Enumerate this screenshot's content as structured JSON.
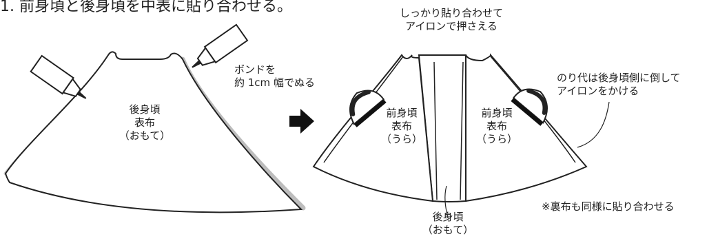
{
  "heading": "1. 前身頃と後身頃を中表に貼り合わせる。",
  "left_panel": {
    "label_line1": "後身頃",
    "label_line2": "表布",
    "label_line3": "（おもて）",
    "glue_note_line1": "ボンドを",
    "glue_note_line2": "約 1cm 幅でぬる"
  },
  "right_panel": {
    "press_note_line1": "しっかり貼り合わせて",
    "press_note_line2": "アイロンで押さえる",
    "seam_note_line1": "のり代は後身頃側に倒して",
    "seam_note_line2": "アイロンをかける",
    "front_left_line1": "前身頃",
    "front_left_line2": "表布",
    "front_left_line3": "（うら）",
    "front_right_line1": "前身頃",
    "front_right_line2": "表布",
    "front_right_line3": "（うら）",
    "back_line1": "後身頃",
    "back_line2": "（おもて）",
    "lining_note": "※裏布も同様に貼り合わせる"
  },
  "colors": {
    "line": "#222222",
    "shadow": "#bdbdbd",
    "arrow": "#111111"
  },
  "icons": [
    "glue-bottle-icon",
    "iron-icon",
    "arrow-right-icon"
  ]
}
